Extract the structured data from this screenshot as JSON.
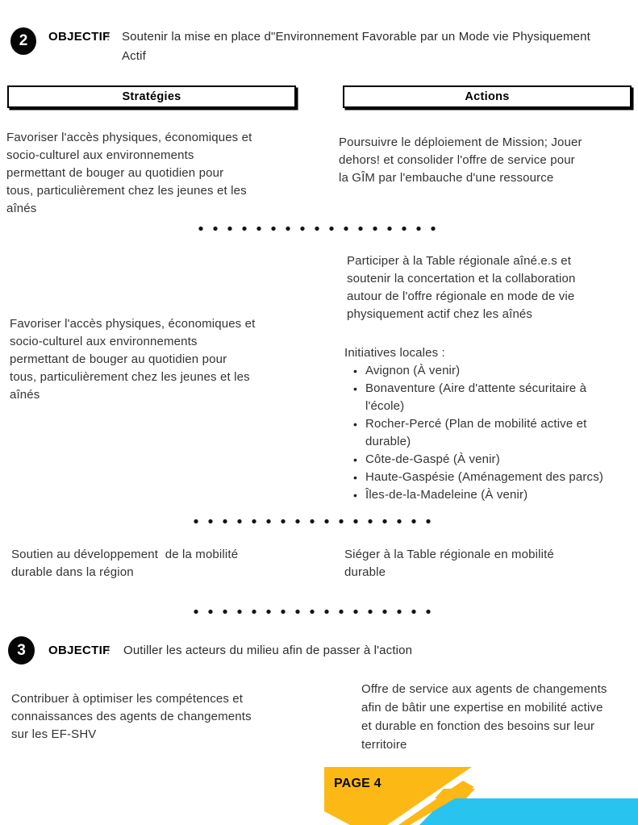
{
  "objective2": {
    "number": "2",
    "label": "OBJECTIF",
    "colon": ":",
    "text": "Soutenir la mise en place d\"Environnement Favorable par un Mode vie Physiquement\nActif"
  },
  "table": {
    "strategies_header": "Stratégies",
    "actions_header": "Actions"
  },
  "row1": {
    "strategy": "Favoriser l'accès physiques, économiques et\nsocio-culturel aux environnements\npermettant de bouger au quotidien pour\ntous, particulièrement chez les jeunes et les\naînés",
    "action": "Poursuivre le déploiement de Mission; Jouer\ndehors! et consolider l'offre de service pour\nla GÎM par l'embauche d'une ressource"
  },
  "row2": {
    "strategy": "Favoriser l'accès physiques, économiques et\nsocio-culturel aux environnements\npermettant de bouger au quotidien pour\ntous, particulièrement chez les jeunes et les\naînés",
    "action": "Participer à la Table régionale aîné.e.s et\nsoutenir la concertation et la collaboration\nautour de l'offre régionale en mode de vie\nphysiquement actif chez les aînés",
    "initiatives_label": "Initiatives locales :",
    "initiatives": [
      "Avignon (À venir)",
      "Bonaventure (Aire d'attente sécuritaire à\nl'école)",
      "Rocher-Percé (Plan de mobilité active et\ndurable)",
      "Côte-de-Gaspé (À venir)",
      "Haute-Gaspésie (Aménagement des parcs)",
      "Îles-de-la-Madeleine (À venir)"
    ]
  },
  "row3": {
    "strategy": "Soutien au développement  de la mobilité\ndurable dans la région",
    "action": "Siéger à la Table régionale en mobilité\ndurable"
  },
  "objective3": {
    "number": "3",
    "label": "OBJECTIF",
    "colon": ":",
    "text": "Outiller les acteurs du milieu afin de passer à l'action"
  },
  "row4": {
    "strategy": "Contribuer à optimiser les compétences et\nconnaissances des agents de changements\nsur les EF-SHV",
    "action": "Offre de service aux agents de changements\nafin de bâtir une expertise en mobilité active\net durable en fonction des besoins sur leur\nterritoire"
  },
  "footer": {
    "page_label": "PAGE 4",
    "yellow": "#FCB815",
    "cyan": "#29C3F0"
  }
}
